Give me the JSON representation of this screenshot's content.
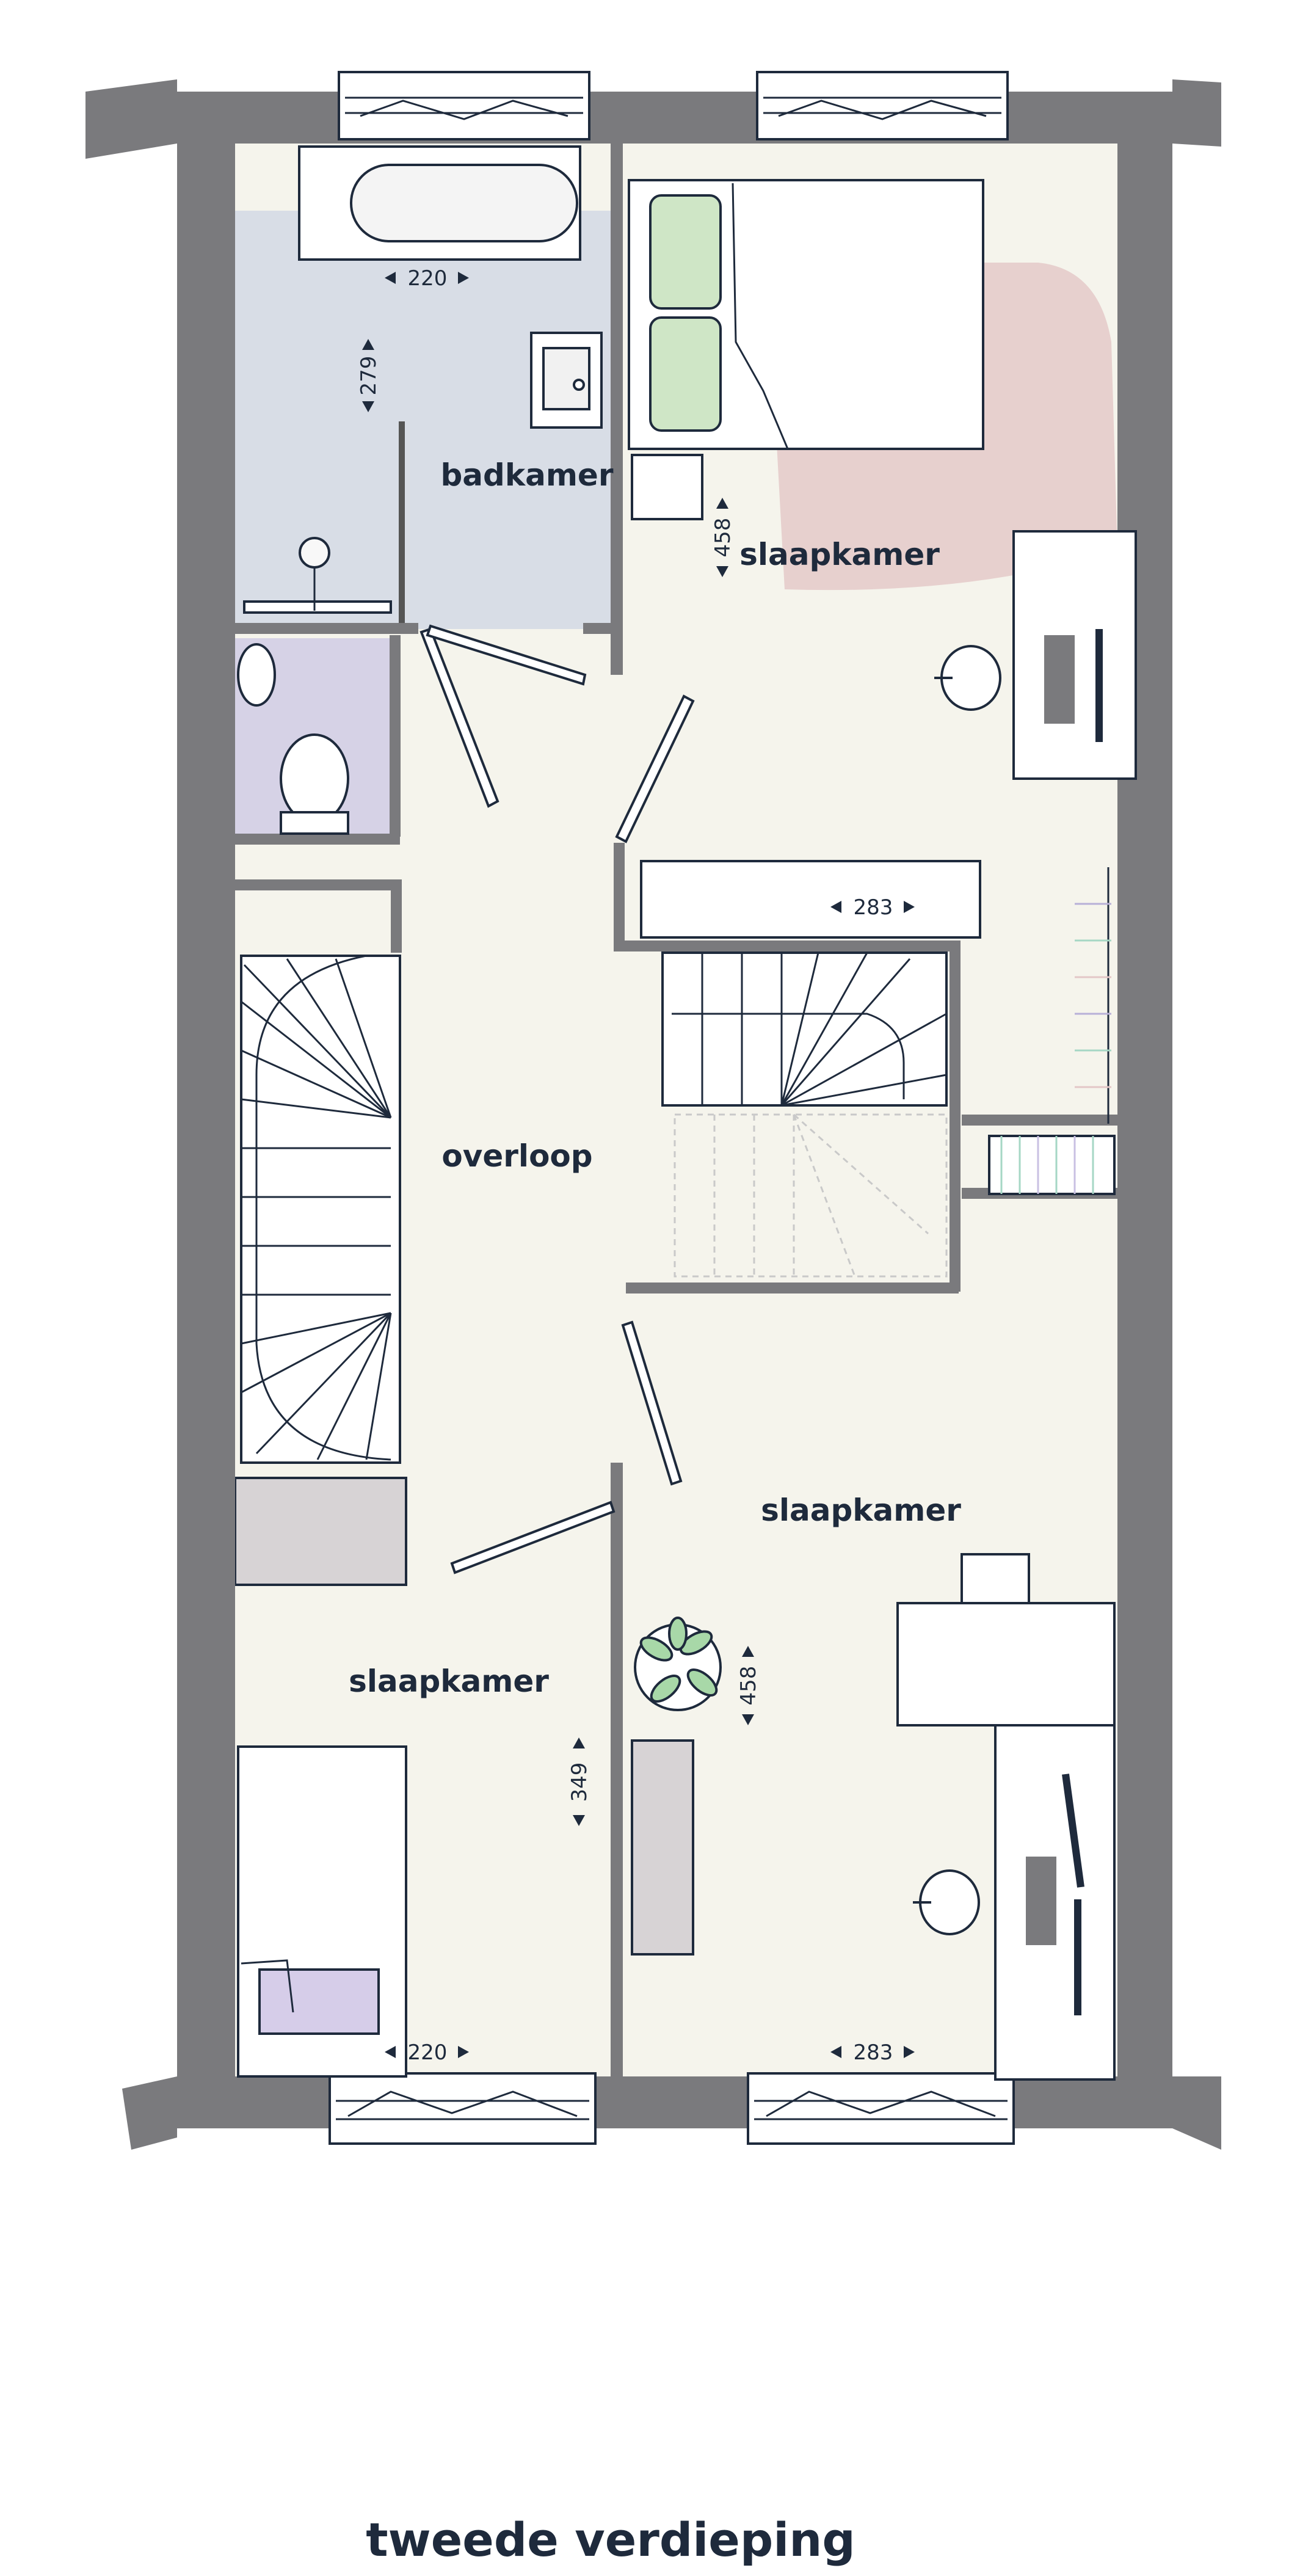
{
  "rooms": {
    "bathroom": "badkamer",
    "bedroom_top": "slaapkamer",
    "landing": "overloop",
    "bedroom_right": "slaapkamer",
    "bedroom_left": "slaapkamer"
  },
  "dimensions": {
    "bath_width": "220",
    "bath_depth": "279",
    "bedroom_top_depth": "458",
    "wardrobe_width": "283",
    "bedroom_right_depth": "458",
    "bedroom_left_depth": "349",
    "bedroom_left_width": "220",
    "bedroom_right_width": "283"
  },
  "caption": "tweede verdieping",
  "colors": {
    "wall": "#7a7a7d",
    "floor": "#f5f4ec",
    "bathroom_floor": "#d8dde6",
    "toilet_floor": "#d6d2e6",
    "text": "#1e2a3c",
    "rug": "#e3c7c7",
    "pillow": "#cfe6c6",
    "blanket": "#d6cde9",
    "cabinet": "#d7d3d5"
  }
}
